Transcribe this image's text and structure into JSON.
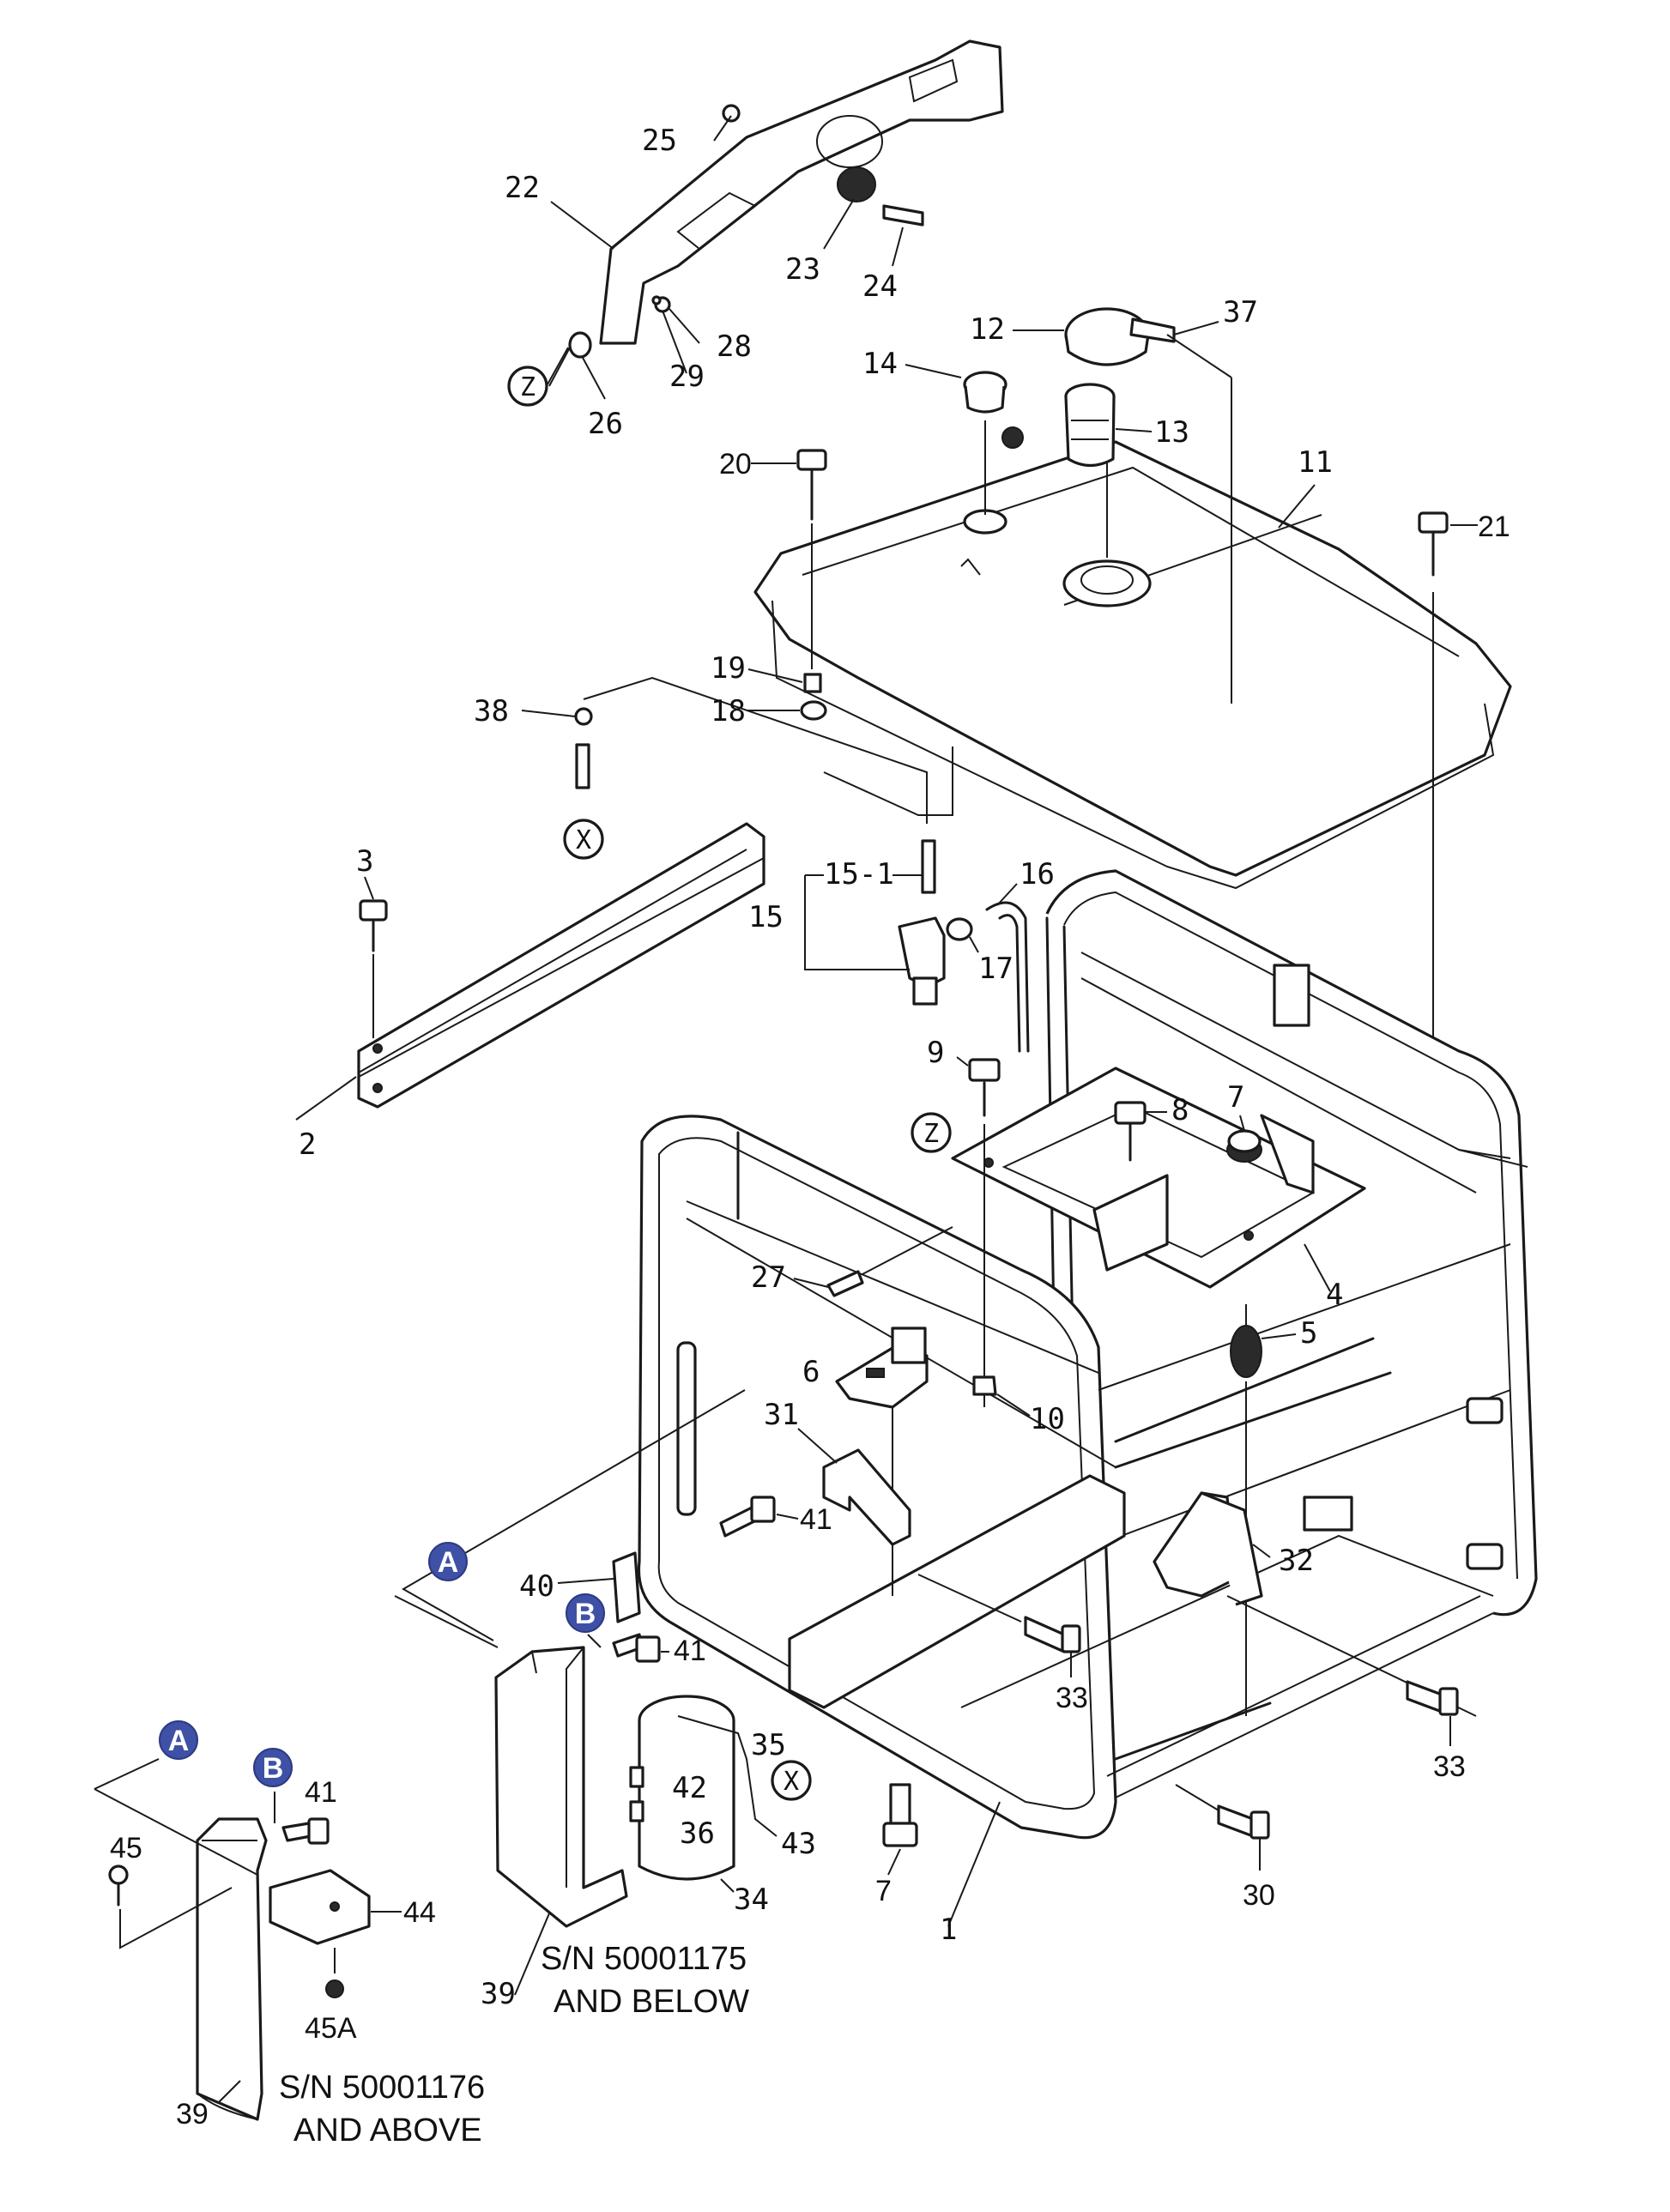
{
  "diagram": {
    "callouts": {
      "c1": "1",
      "c2": "2",
      "c3": "3",
      "c4": "4",
      "c5": "5",
      "c6": "6",
      "c7a": "7",
      "c7b": "7",
      "c8": "8",
      "c9": "9",
      "c10": "10",
      "c11": "11",
      "c12": "12",
      "c13": "13",
      "c14": "14",
      "c15": "15",
      "c15_1": "15-1",
      "c16": "16",
      "c17": "17",
      "c18": "18",
      "c19": "19",
      "c20": "20",
      "c21": "21",
      "c22": "22",
      "c23": "23",
      "c24": "24",
      "c25": "25",
      "c26": "26",
      "c27": "27",
      "c28": "28",
      "c29": "29",
      "c30": "30",
      "c31": "31",
      "c32": "32",
      "c33a": "33",
      "c33b": "33",
      "c34": "34",
      "c35": "35",
      "c36": "36",
      "c37": "37",
      "c38": "38",
      "c39a": "39",
      "c39b": "39",
      "c40": "40",
      "c41a": "41",
      "c41b": "41",
      "c41c": "41",
      "c42": "42",
      "c43": "43",
      "c44": "44",
      "c45": "45",
      "c45a": "45A"
    },
    "ref_markers": {
      "x1": "X",
      "x2": "X",
      "z1": "Z",
      "z2": "Z"
    },
    "badges": {
      "a1": "A",
      "a2": "A",
      "b1": "B",
      "b2": "B"
    },
    "notes": {
      "sn_below_1": "S/N 50001175",
      "sn_below_2": "AND BELOW",
      "sn_above_1": "S/N 50001176",
      "sn_above_2": "AND ABOVE"
    }
  }
}
